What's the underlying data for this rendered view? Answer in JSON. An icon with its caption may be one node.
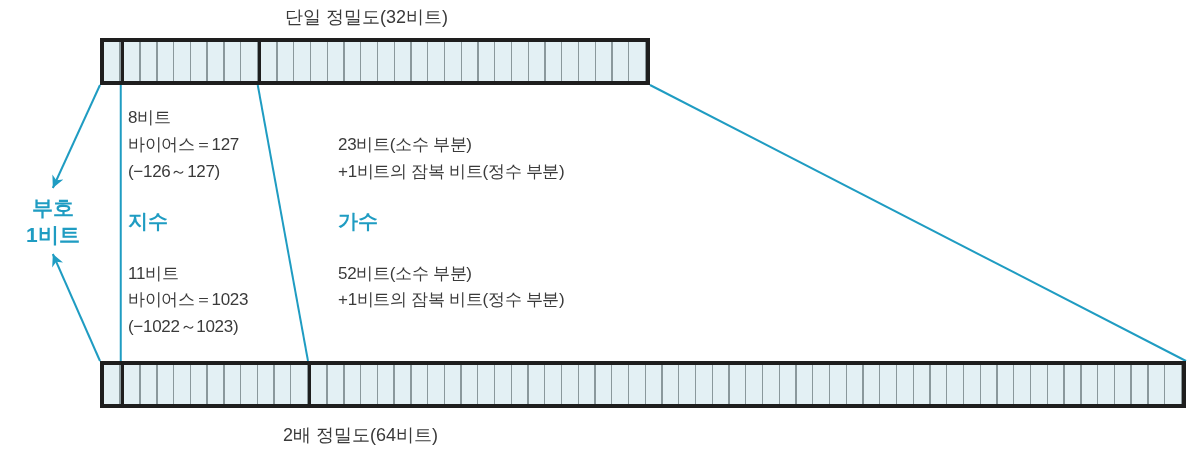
{
  "diagram": {
    "nodes": [
      {
        "text": [
          "단일 정밀도(32비트)"
        ]
      },
      {
        "text": [],
        "shape": "box",
        "in": 0
      },
      {
        "text": [],
        "shape": "box",
        "in": 0
      },
      {
        "text": [],
        "shape": "box",
        "in": 0
      },
      {
        "text": [
          "부호 1비트"
        ]
      },
      {
        "text": [
          "2배 정밀도(64비트)"
        ]
      },
      {
        "text": [],
        "shape": "box",
        "in": 5
      },
      {
        "text": [],
        "shape": "box",
        "in": 5
      },
      {
        "text": [],
        "shape": "box",
        "in": 5
      }
    ],
    "edges": [
      {
        "from": 1,
        "to": 4,
        "arrow": "to"
      },
      {
        "from": 6,
        "to": 4,
        "arrow": "to"
      },
      {
        "from": 2,
        "to": 7,
        "arrow": "none"
      },
      {
        "from": 2,
        "to": 7,
        "arrow": "none"
      },
      {
        "from": 3,
        "to": 8,
        "arrow": "none"
      }
    ],
    "labels": [
      "8비트",
      "바이어스＝127",
      "(−126～127)",
      "23비트(소수 부분)",
      "+1비트의 잠복 비트(정수 부분)",
      "지수",
      "가수",
      "11비트",
      "바이어스＝1023",
      "(−1022～1023)",
      "52비트(소수 부분)",
      "+1비트의 잠복 비트(정수 부분)"
    ]
  }
}
